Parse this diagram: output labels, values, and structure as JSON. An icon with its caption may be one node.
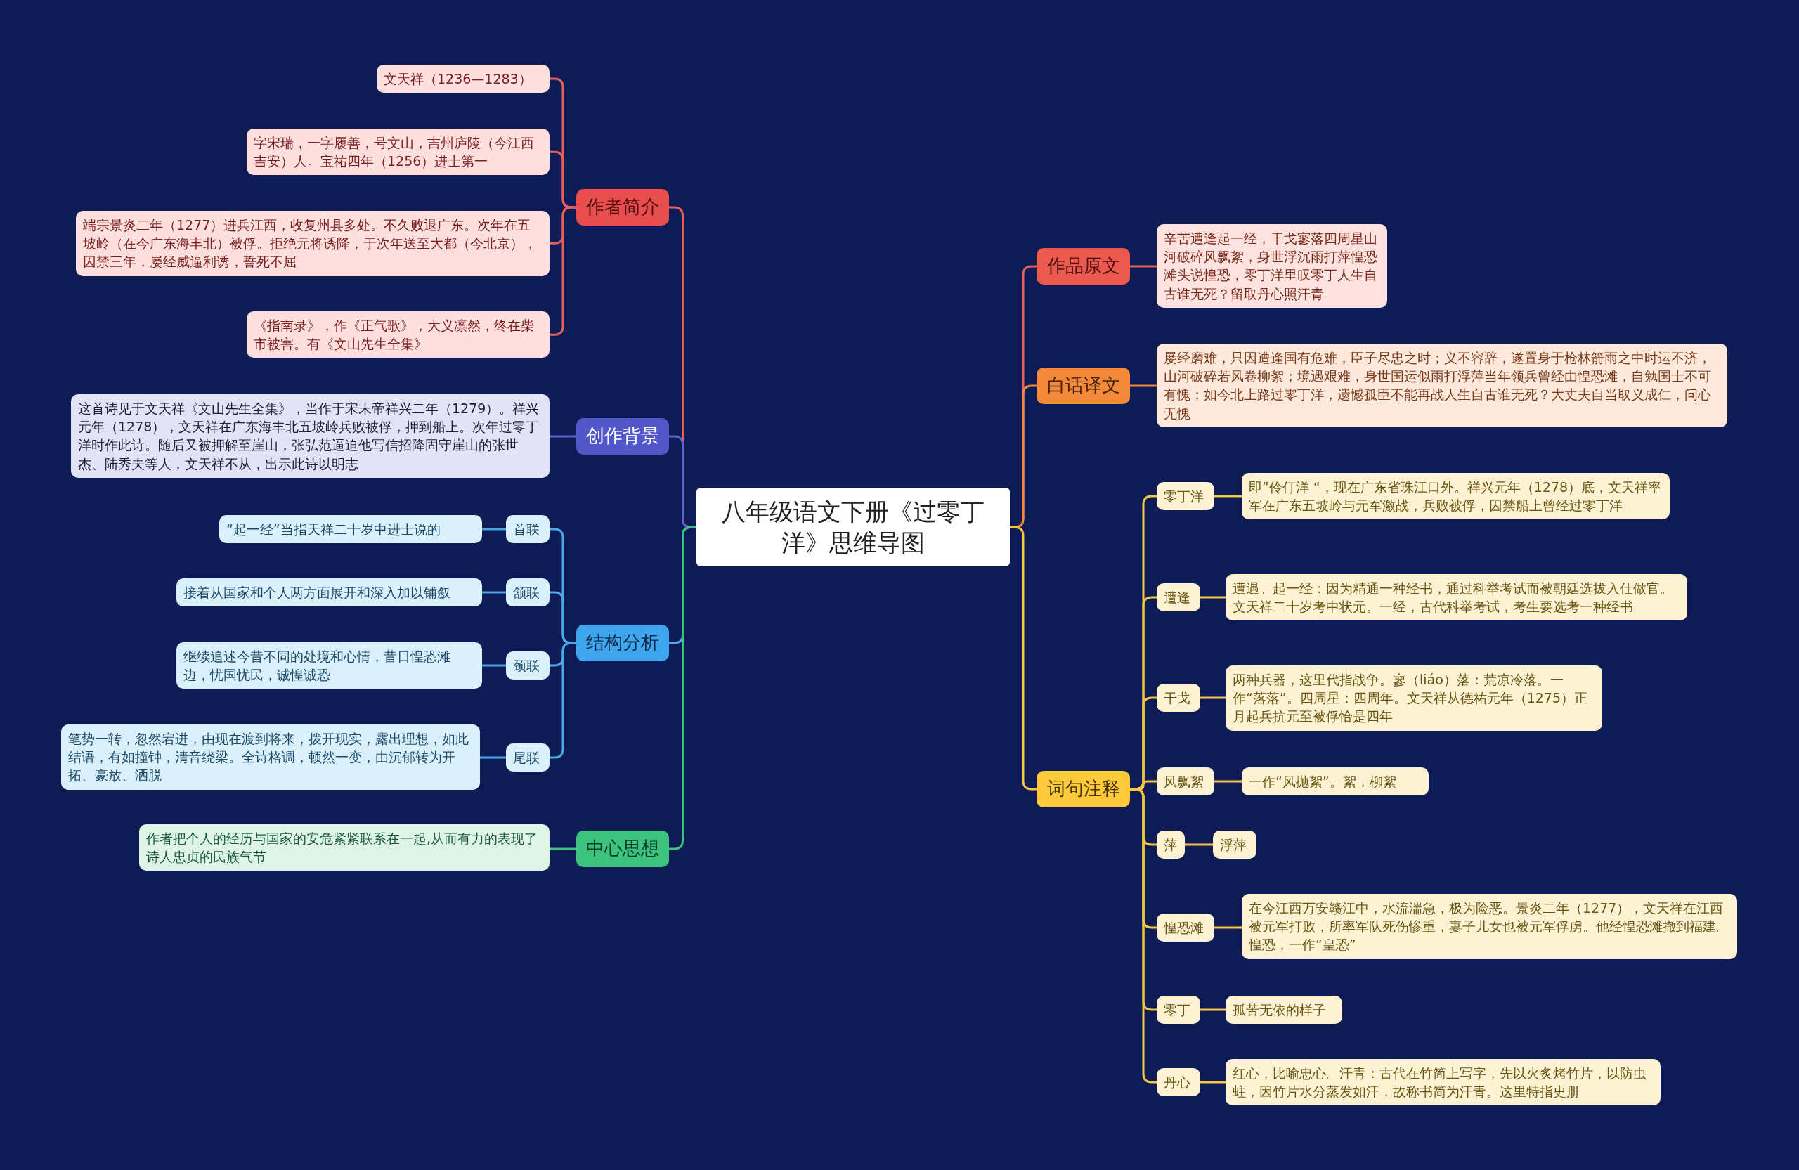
{
  "diagram": {
    "nodes": [
      {
        "text": [
          "八年级语文下册《过零丁洋》思维导图"
        ]
      },
      {
        "text": [
          "作者简介"
        ]
      },
      {
        "text": [
          "文天祥（1236—1283）"
        ]
      },
      {
        "text": [
          "字宋瑞，一字履善，号文山，吉州庐陵（今江西吉安）人。宝祐四年（1256）进士第一"
        ]
      },
      {
        "text": [
          "端宗景炎二年（1277）进兵江西，收复州县多处。不久败退广东。次年在五坡岭（在今广东海丰北）被俘。拒绝元将诱降，于次年送至大都（今北京），囚禁三年，屡经威逼利诱，誓死不屈"
        ]
      },
      {
        "text": [
          "《指南录》，作《正气歌》，大义凛然，终在柴市被害。有《文山先生全集》"
        ]
      },
      {
        "text": [
          "创作背景"
        ]
      },
      {
        "text": [
          "这首诗见于文天祥《文山先生全集》，当作于宋末帝祥兴二年（1279）。祥兴元年（1278），文天祥在广东海丰北五坡岭兵败被俘，押到船上。次年过零丁洋时作此诗。随后又被押解至崖山，张弘范逼迫他写信招降固守崖山的张世杰、陆秀夫等人，文天祥不从，出示此诗以明志"
        ]
      },
      {
        "text": [
          "结构分析"
        ]
      },
      {
        "text": [
          "首联"
        ]
      },
      {
        "text": [
          "“起一经”当指天祥二十岁中进士说的"
        ]
      },
      {
        "text": [
          "颔联"
        ]
      },
      {
        "text": [
          "接着从国家和个人两方面展开和深入加以铺叙"
        ]
      },
      {
        "text": [
          "颈联"
        ]
      },
      {
        "text": [
          "继续追述今昔不同的处境和心情，昔日惶恐滩边，忧国忧民，诚惶诚恐"
        ]
      },
      {
        "text": [
          "尾联"
        ]
      },
      {
        "text": [
          "笔势一转，忽然宕进，由现在渡到将来，拨开现实，露出理想，如此结语，有如撞钟，清音绕梁。全诗格调，顿然一变，由沉郁转为开拓、豪放、洒脱"
        ]
      },
      {
        "text": [
          "中心思想"
        ]
      },
      {
        "text": [
          "作者把个人的经历与国家的安危紧紧联系在一起,从而有力的表现了诗人忠贞的民族气节"
        ]
      },
      {
        "text": [
          "作品原文"
        ]
      },
      {
        "text": [
          "辛苦遭逢起一经，干戈寥落四周星山河破碎风飘絮，身世浮沉雨打萍惶恐滩头说惶恐，零丁洋里叹零丁人生自古谁无死？留取丹心照汗青"
        ]
      },
      {
        "text": [
          "白话译文"
        ]
      },
      {
        "text": [
          "屡经磨难，只因遭逢国有危难，臣子尽忠之时；义不容辞，遂置身于枪林箭雨之中时运不济，山河破碎若风卷柳絮；境遇艰难，身世国运似雨打浮萍当年领兵曾经由惶恐滩，自勉国士不可有愧；如今北上路过零丁洋，遗憾孤臣不能再战人生自古谁无死？大丈夫自当取义成仁，问心无愧"
        ]
      },
      {
        "text": [
          "词句注释"
        ]
      },
      {
        "text": [
          "零丁洋"
        ]
      },
      {
        "text": [
          "即”伶仃洋 “，现在广东省珠江口外。祥兴元年（1278）底，文天祥率军在广东五坡岭与元军激战，兵败被俘，囚禁船上曾经过零丁洋"
        ]
      },
      {
        "text": [
          "遭逢"
        ]
      },
      {
        "text": [
          "遭遇。起一经：因为精通一种经书，通过科举考试而被朝廷选拔入仕做官。文天祥二十岁考中状元。一经，古代科举考试，考生要选考一种经书"
        ]
      },
      {
        "text": [
          "干戈"
        ]
      },
      {
        "text": [
          "两种兵器，这里代指战争。寥（liáo）落：荒凉冷落。一作“落落”。四周星：四周年。文天祥从德祐元年（1275）正月起兵抗元至被俘恰是四年"
        ]
      },
      {
        "text": [
          "风飘絮"
        ]
      },
      {
        "text": [
          "一作“风抛絮”。絮，柳絮"
        ]
      },
      {
        "text": [
          "萍"
        ]
      },
      {
        "text": [
          "浮萍"
        ]
      },
      {
        "text": [
          "惶恐滩"
        ]
      },
      {
        "text": [
          "在今江西万安赣江中，水流湍急，极为险恶。景炎二年（1277），文天祥在江西被元军打败，所率军队死伤惨重，妻子儿女也被元军俘虏。他经惶恐滩撤到福建。惶恐，一作“皇恐”"
        ]
      },
      {
        "text": [
          "零丁"
        ]
      },
      {
        "text": [
          "孤苦无依的样子"
        ]
      },
      {
        "text": [
          "丹心"
        ]
      },
      {
        "text": [
          "红心，比喻忠心。汗青：古代在竹简上写字，先以火炙烤竹片，以防虫蛀，因竹片水分蒸发如汗，故称书简为汗青。这里特指史册"
        ]
      }
    ],
    "edges": [
      {
        "from": 0,
        "to": 1,
        "arrow": "none",
        "color": "#e8605c"
      },
      {
        "from": 0,
        "to": 6,
        "arrow": "none",
        "color": "#5a62d0"
      },
      {
        "from": 0,
        "to": 8,
        "arrow": "none",
        "color": "#4aa8e8"
      },
      {
        "from": 0,
        "to": 17,
        "arrow": "none",
        "color": "#3cc47f"
      },
      {
        "from": 0,
        "to": 19,
        "arrow": "none",
        "color": "#e8605c"
      },
      {
        "from": 0,
        "to": 21,
        "arrow": "none",
        "color": "#f08a3c"
      },
      {
        "from": 0,
        "to": 23,
        "arrow": "none",
        "color": "#f5c842"
      },
      {
        "from": 1,
        "to": 2,
        "arrow": "none",
        "color": "#e8605c"
      },
      {
        "from": 1,
        "to": 3,
        "arrow": "none",
        "color": "#e8605c"
      },
      {
        "from": 1,
        "to": 4,
        "arrow": "none",
        "color": "#e8605c"
      },
      {
        "from": 1,
        "to": 5,
        "arrow": "none",
        "color": "#e8605c"
      },
      {
        "from": 6,
        "to": 7,
        "arrow": "none",
        "color": "#5a62d0"
      },
      {
        "from": 8,
        "to": 9,
        "arrow": "none",
        "color": "#4aa8e8"
      },
      {
        "from": 8,
        "to": 11,
        "arrow": "none",
        "color": "#4aa8e8"
      },
      {
        "from": 8,
        "to": 13,
        "arrow": "none",
        "color": "#4aa8e8"
      },
      {
        "from": 8,
        "to": 15,
        "arrow": "none",
        "color": "#4aa8e8"
      },
      {
        "from": 9,
        "to": 10,
        "arrow": "none",
        "color": "#4aa8e8"
      },
      {
        "from": 11,
        "to": 12,
        "arrow": "none",
        "color": "#4aa8e8"
      },
      {
        "from": 13,
        "to": 14,
        "arrow": "none",
        "color": "#4aa8e8"
      },
      {
        "from": 15,
        "to": 16,
        "arrow": "none",
        "color": "#4aa8e8"
      },
      {
        "from": 17,
        "to": 18,
        "arrow": "none",
        "color": "#3cc47f"
      },
      {
        "from": 19,
        "to": 20,
        "arrow": "none",
        "color": "#e8605c"
      },
      {
        "from": 21,
        "to": 22,
        "arrow": "none",
        "color": "#f08a3c"
      },
      {
        "from": 23,
        "to": 24,
        "arrow": "none",
        "color": "#f5c842"
      },
      {
        "from": 23,
        "to": 26,
        "arrow": "none",
        "color": "#f5c842"
      },
      {
        "from": 23,
        "to": 28,
        "arrow": "none",
        "color": "#f5c842"
      },
      {
        "from": 23,
        "to": 30,
        "arrow": "none",
        "color": "#f5c842"
      },
      {
        "from": 23,
        "to": 32,
        "arrow": "none",
        "color": "#f5c842"
      },
      {
        "from": 23,
        "to": 34,
        "arrow": "none",
        "color": "#f5c842"
      },
      {
        "from": 23,
        "to": 36,
        "arrow": "none",
        "color": "#f5c842"
      },
      {
        "from": 23,
        "to": 38,
        "arrow": "none",
        "color": "#f5c842"
      },
      {
        "from": 24,
        "to": 25,
        "arrow": "none",
        "color": "#f5c842"
      },
      {
        "from": 26,
        "to": 27,
        "arrow": "none",
        "color": "#f5c842"
      },
      {
        "from": 28,
        "to": 29,
        "arrow": "none",
        "color": "#f5c842"
      },
      {
        "from": 30,
        "to": 31,
        "arrow": "none",
        "color": "#f5c842"
      },
      {
        "from": 32,
        "to": 33,
        "arrow": "none",
        "color": "#f5c842"
      },
      {
        "from": 34,
        "to": 35,
        "arrow": "none",
        "color": "#f5c842"
      },
      {
        "from": 36,
        "to": 37,
        "arrow": "none",
        "color": "#f5c842"
      },
      {
        "from": 38,
        "to": 39,
        "arrow": "none",
        "color": "#f5c842"
      }
    ]
  }
}
